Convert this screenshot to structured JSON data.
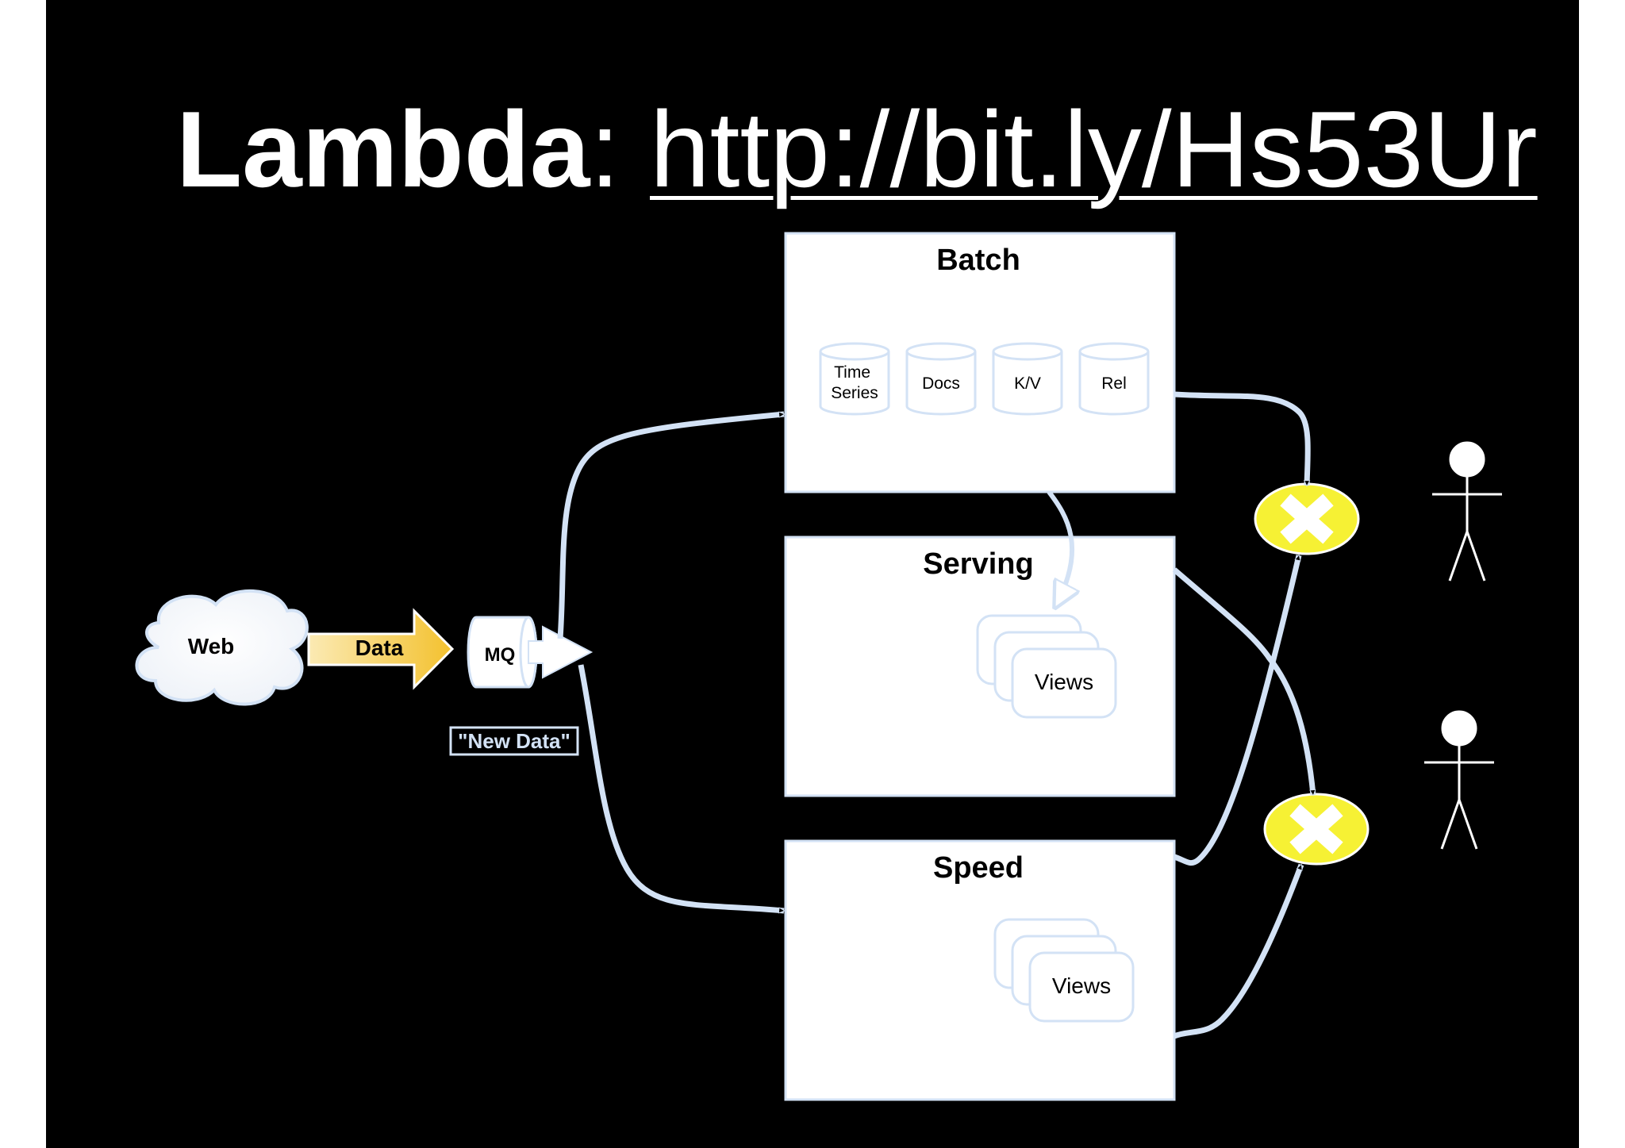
{
  "title": {
    "bold": "Lambda",
    "separator": ": ",
    "link": "http://bit.ly/Hs53Ur"
  },
  "web": {
    "label": "Web"
  },
  "data_arrow": {
    "label": "Data"
  },
  "mq": {
    "label": "MQ"
  },
  "new_data": {
    "label": "\"New Data\""
  },
  "batch": {
    "title": "Batch",
    "stores": [
      "Time Series",
      "Docs",
      "K/V",
      "Rel"
    ]
  },
  "serving": {
    "title": "Serving",
    "views_label": "Views"
  },
  "speed": {
    "title": "Speed",
    "views_label": "Views"
  },
  "colors": {
    "background": "#000000",
    "box": "#ffffff",
    "flow": "#d3e2f5",
    "data_arrow": "#f6d04d",
    "merge_node": "#f6f134"
  },
  "icons": [
    "cloud-icon",
    "arrow-right-icon",
    "cylinder-icon",
    "merge-x-icon",
    "person-icon"
  ]
}
